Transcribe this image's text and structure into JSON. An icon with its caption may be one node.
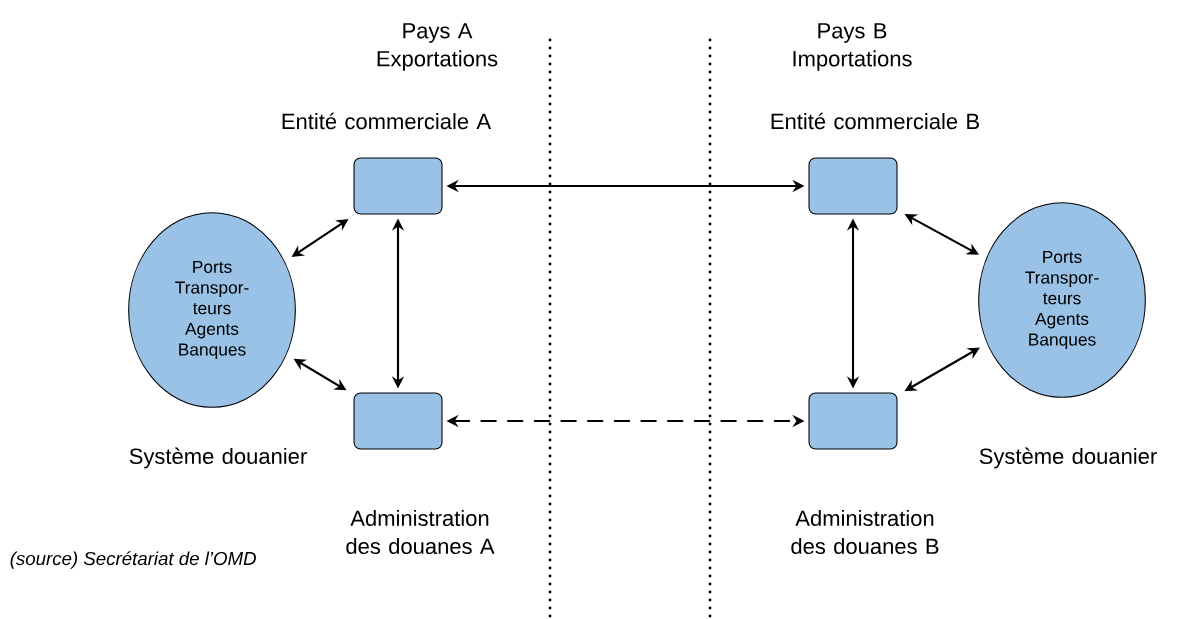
{
  "diagram": {
    "nodes": [
      {
        "text": [],
        "shape": "box",
        "beside": [
          "Entité commerciale A"
        ]
      },
      {
        "text": [],
        "shape": "box",
        "beside": [
          "Entité commerciale B"
        ]
      },
      {
        "text": [],
        "shape": "box",
        "beside": [
          "Administration des douanes A"
        ]
      },
      {
        "text": [],
        "shape": "box",
        "beside": [
          "Administration des douanes B"
        ]
      },
      {
        "text": [
          "Ports Transpor- teurs Agents Banques"
        ],
        "beside": [
          "Système douanier"
        ]
      },
      {
        "text": [
          "Ports Transpor- teurs Agents Banques"
        ],
        "beside": [
          "Système douanier"
        ]
      }
    ],
    "edges": [
      {
        "from": 0,
        "to": 1,
        "arrow": "both"
      },
      {
        "from": 0,
        "to": 2,
        "arrow": "both"
      },
      {
        "from": 1,
        "to": 3,
        "arrow": "both"
      },
      {
        "from": 2,
        "to": 3,
        "arrow": "both",
        "style": "dashed"
      },
      {
        "from": 4,
        "to": 0,
        "arrow": "both"
      },
      {
        "from": 4,
        "to": 2,
        "arrow": "both"
      },
      {
        "from": 1,
        "to": 5,
        "arrow": "both"
      },
      {
        "from": 3,
        "to": 5,
        "arrow": "both"
      }
    ],
    "labels": [
      "Pays A Exportations",
      "Pays B Importations",
      "(source) Secrétariat de l’OMD"
    ]
  }
}
